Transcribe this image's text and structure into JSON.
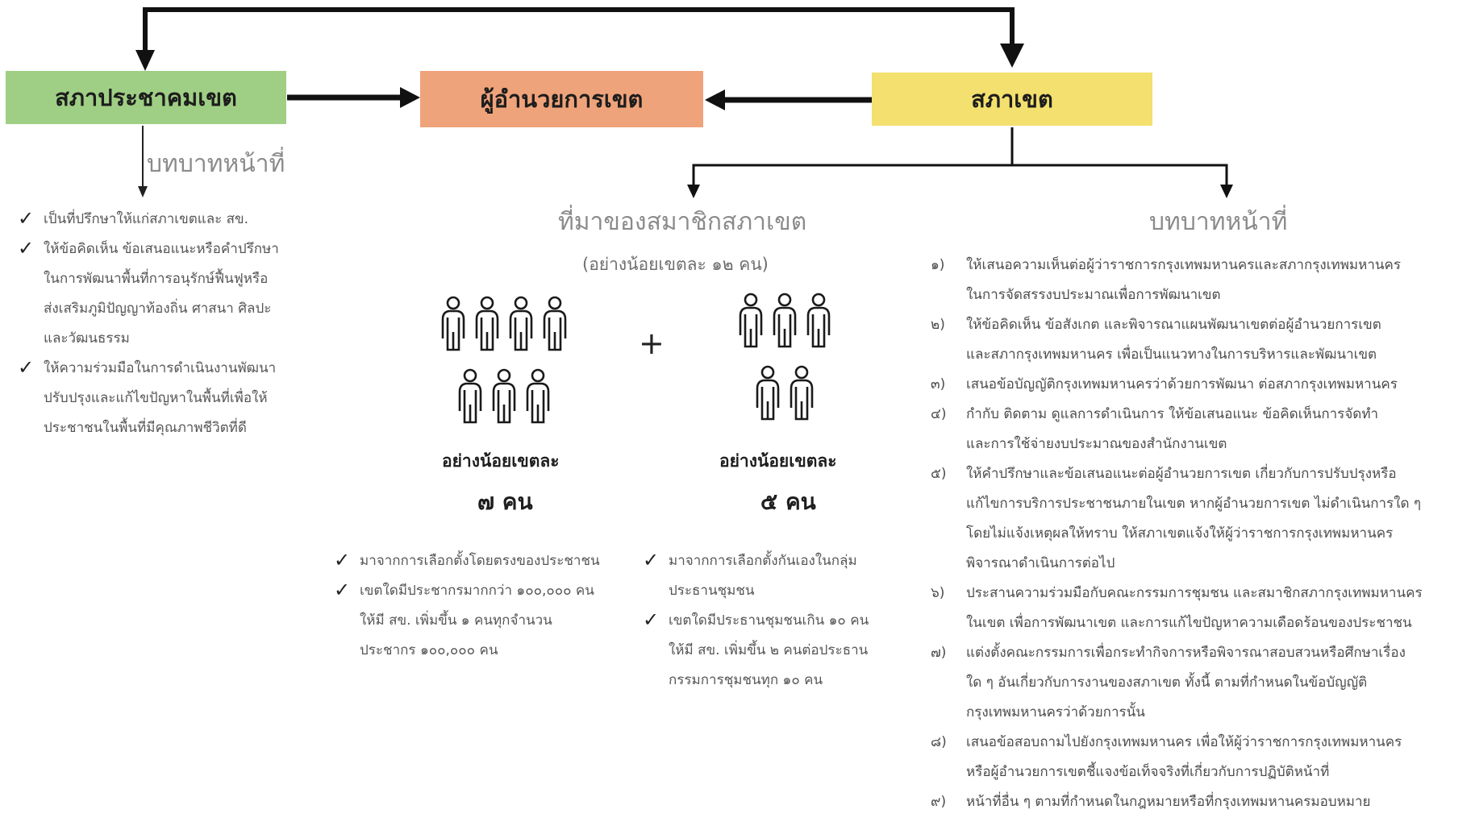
{
  "boxes": {
    "community": {
      "label": "สภาประชาคมเขต",
      "color": "#9fcf84"
    },
    "director": {
      "label": "ผู้อำนวยการเขต",
      "color": "#efa37a"
    },
    "council": {
      "label": "สภาเขต",
      "color": "#f3e06e"
    }
  },
  "left_section": {
    "heading": "บทบาทหน้าที่",
    "items": [
      {
        "lines": [
          "เป็นที่ปรึกษาให้แก่สภาเขตและ สข."
        ]
      },
      {
        "lines": [
          "ให้ข้อคิดเห็น ข้อเสนอแนะหรือคำปรึกษา",
          "ในการพัฒนาพื้นที่การอนุรักษ์ฟื้นฟูหรือ",
          "ส่งเสริมภูมิปัญญาท้องถิ่น ศาสนา ศิลปะ",
          "และวัฒนธรรม"
        ]
      },
      {
        "lines": [
          "ให้ความร่วมมือในการดำเนินงานพัฒนา",
          "ปรับปรุงและแก้ไขปัญหาในพื้นที่เพื่อให้",
          "ประชาชนในพื้นที่มีคุณภาพชีวิตที่ดี"
        ]
      }
    ]
  },
  "middle_section": {
    "heading": "ที่มาของสมาชิกสภาเขต",
    "subheading": "(อย่างน้อยเขตละ ๑๒ คน)",
    "group_a": {
      "label": "อย่างน้อยเขตละ",
      "count": "๗ คน",
      "people": 7
    },
    "group_b": {
      "label": "อย่างน้อยเขตละ",
      "count": "๕ คน",
      "people": 5
    },
    "plus": "+",
    "group_a_items": [
      {
        "lines": [
          "มาจากการเลือกตั้งโดยตรงของประชาชน"
        ]
      },
      {
        "lines": [
          "เขตใดมีประชากรมากกว่า ๑๐๐,๐๐๐ คน",
          "ให้มี สข. เพิ่มขึ้น ๑ คนทุกจำนวน",
          "ประชากร ๑๐๐,๐๐๐ คน"
        ]
      }
    ],
    "group_b_items": [
      {
        "lines": [
          "มาจากการเลือกตั้งกันเองในกลุ่ม",
          "ประธานชุมชน"
        ]
      },
      {
        "lines": [
          "เขตใดมีประธานชุมชนเกิน ๑๐ คน",
          "ให้มี สข. เพิ่มขึ้น ๒ คนต่อประธาน",
          "กรรมการชุมชนทุก ๑๐ คน"
        ]
      }
    ]
  },
  "right_section": {
    "heading": "บทบาทหน้าที่",
    "items": [
      {
        "num": "๑)",
        "lines": [
          "ให้เสนอความเห็นต่อผู้ว่าราชการกรุงเทพมหานครและสภากรุงเทพมหานคร",
          "ในการจัดสรรงบประมาณเพื่อการพัฒนาเขต"
        ]
      },
      {
        "num": "๒)",
        "lines": [
          "ให้ข้อคิดเห็น ข้อสังเกต และพิจารณาแผนพัฒนาเขตต่อผู้อำนวยการเขต",
          "และสภากรุงเทพมหานคร เพื่อเป็นแนวทางในการบริหารและพัฒนาเขต"
        ]
      },
      {
        "num": "๓)",
        "lines": [
          "เสนอข้อบัญญัติกรุงเทพมหานครว่าด้วยการพัฒนา ต่อสภากรุงเทพมหานคร"
        ]
      },
      {
        "num": "๔)",
        "lines": [
          "กำกับ ติดตาม ดูแลการดำเนินการ ให้ข้อเสนอแนะ ข้อคิดเห็นการจัดทำ",
          "และการใช้จ่ายงบประมาณของสำนักงานเขต"
        ]
      },
      {
        "num": "๕)",
        "lines": [
          "ให้คำปรึกษาและข้อเสนอแนะต่อผู้อำนวยการเขต เกี่ยวกับการปรับปรุงหรือ",
          "แก้ไขการบริการประชาชนภายในเขต หากผู้อำนวยการเขต ไม่ดำเนินการใด ๆ",
          "โดยไม่แจ้งเหตุผลให้ทราบ ให้สภาเขตแจ้งให้ผู้ว่าราชการกรุงเทพมหานคร",
          "พิจารณาดำเนินการต่อไป"
        ]
      },
      {
        "num": "๖)",
        "lines": [
          "ประสานความร่วมมือกับคณะกรรมการชุมชน และสมาชิกสภากรุงเทพมหานคร",
          "ในเขต เพื่อการพัฒนาเขต และการแก้ไขปัญหาความเดือดร้อนของประชาชน"
        ]
      },
      {
        "num": "๗)",
        "lines": [
          "แต่งตั้งคณะกรรมการเพื่อกระทำกิจการหรือพิจารณาสอบสวนหรือศึกษาเรื่อง",
          "ใด ๆ อันเกี่ยวกับการงานของสภาเขต ทั้งนี้ ตามที่กำหนดในข้อบัญญัติ",
          "กรุงเทพมหานครว่าด้วยการนั้น"
        ]
      },
      {
        "num": "๘)",
        "lines": [
          "เสนอข้อสอบถามไปยังกรุงเทพมหานคร เพื่อให้ผู้ว่าราชการกรุงเทพมหานคร",
          "หรือผู้อำนวยการเขตชี้แจงข้อเท็จจริงที่เกี่ยวกับการปฏิบัติหน้าที่"
        ]
      },
      {
        "num": "๙)",
        "lines": [
          "หน้าที่อื่น ๆ ตามที่กำหนดในกฎหมายหรือที่กรุงเทพมหานครมอบหมาย"
        ]
      }
    ]
  }
}
